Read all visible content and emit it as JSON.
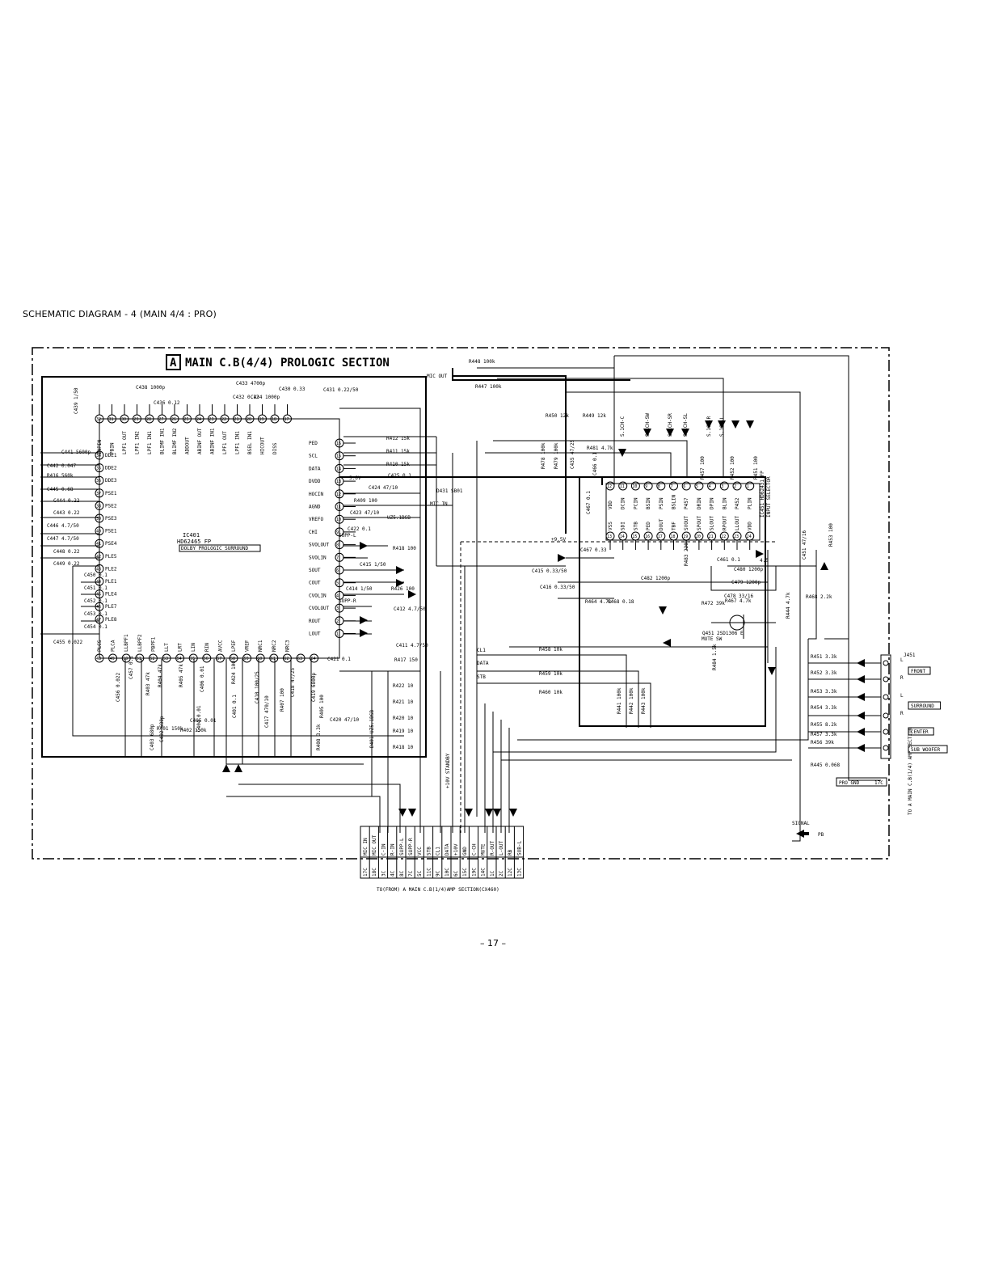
{
  "heading": "SCHEMATIC  DIAGRAM - 4  (MAIN 4/4 : PRO)",
  "page_number": "– 17 –",
  "section": {
    "badge": "A",
    "title": "MAIN C.B(4/4) PROLOGIC SECTION"
  },
  "ic401": {
    "ref": "IC401",
    "part": "HD62465 FP",
    "desc": "DOLBY PROLOGIC SURROUND"
  },
  "ic451": {
    "ref": "IC451 HD62431 FP",
    "desc": "INPUT SELECTOR"
  },
  "ic401_top_pins": [
    {
      "num": "32",
      "name": "INPIN"
    },
    {
      "num": "31",
      "name": "PBIN"
    },
    {
      "num": "30",
      "name": "LPF1 OUT"
    },
    {
      "num": "29",
      "name": "LPF1 IN2"
    },
    {
      "num": "28",
      "name": "LPF1 IN1"
    },
    {
      "num": "27",
      "name": "BLIMF IN1"
    },
    {
      "num": "26",
      "name": "BLIMF IN2"
    },
    {
      "num": "25",
      "name": "ADDOUT"
    },
    {
      "num": "24",
      "name": "ABINF OUT"
    },
    {
      "num": "23",
      "name": "ABINF IN1"
    },
    {
      "num": "22",
      "name": "LPF1 OUT"
    },
    {
      "num": "21",
      "name": "LPF1 IN1"
    },
    {
      "num": "20",
      "name": "BSEL IN1"
    },
    {
      "num": "19",
      "name": "HICOUT"
    },
    {
      "num": "18",
      "name": "DISS"
    },
    {
      "num": "17",
      "name": ""
    }
  ],
  "ic401_left_pins": [
    {
      "num": "34",
      "name": "DDE1"
    },
    {
      "num": "35",
      "name": "DDE2"
    },
    {
      "num": "36",
      "name": "DDE3"
    },
    {
      "num": "37",
      "name": "PSE1"
    },
    {
      "num": "38",
      "name": "PSE2"
    },
    {
      "num": "39",
      "name": "PSE3"
    },
    {
      "num": "40",
      "name": "PSE1"
    },
    {
      "num": "41",
      "name": "PSE4"
    },
    {
      "num": "42",
      "name": "PLE5"
    },
    {
      "num": "43",
      "name": "PLE2"
    },
    {
      "num": "44",
      "name": "PLE1"
    },
    {
      "num": "45",
      "name": "PLE4"
    },
    {
      "num": "46",
      "name": "PLE7"
    },
    {
      "num": "47",
      "name": "PLE8"
    }
  ],
  "ic401_right_pins": [
    {
      "num": "16",
      "name": "PED"
    },
    {
      "num": "15",
      "name": "SCL"
    },
    {
      "num": "14",
      "name": "DATA"
    },
    {
      "num": "13",
      "name": "DVDD"
    },
    {
      "num": "12",
      "name": "HOCIN"
    },
    {
      "num": "11",
      "name": "AGND"
    },
    {
      "num": "10",
      "name": "VREFO"
    },
    {
      "num": "9",
      "name": "CHI"
    },
    {
      "num": "8",
      "name": "SVOLOUT"
    },
    {
      "num": "7",
      "name": "SVOLIN"
    },
    {
      "num": "6",
      "name": "SOUT"
    },
    {
      "num": "5",
      "name": "COUT"
    },
    {
      "num": "4",
      "name": "CVOLIN"
    },
    {
      "num": "3",
      "name": "CVOLOUT"
    },
    {
      "num": "2",
      "name": "ROUT"
    },
    {
      "num": "1",
      "name": "LOUT"
    }
  ],
  "ic401_bottom_pins": [
    {
      "num": "48",
      "name": "PLCS"
    },
    {
      "num": "49",
      "name": "PLCA"
    },
    {
      "num": "50",
      "name": "LLBPF1"
    },
    {
      "num": "51",
      "name": "LLBPF2"
    },
    {
      "num": "52",
      "name": "PBPF1"
    },
    {
      "num": "53",
      "name": "LLT"
    },
    {
      "num": "54",
      "name": "LRT"
    },
    {
      "num": "55",
      "name": "LIN"
    },
    {
      "num": "56",
      "name": "RIN"
    },
    {
      "num": "57",
      "name": "AVCC"
    },
    {
      "num": "58",
      "name": "LPEF"
    },
    {
      "num": "59",
      "name": "VREF"
    },
    {
      "num": "60",
      "name": "NRC1"
    },
    {
      "num": "61",
      "name": "NRC2"
    },
    {
      "num": "62",
      "name": "NRC3"
    },
    {
      "num": "63",
      "name": ""
    },
    {
      "num": "64",
      "name": ""
    }
  ],
  "ic451_top_pins": [
    {
      "num": "12",
      "name": "VDD"
    },
    {
      "num": "11",
      "name": "DCIN"
    },
    {
      "num": "10",
      "name": "PCIN"
    },
    {
      "num": "9",
      "name": "BSIN"
    },
    {
      "num": "8",
      "name": "PSIN"
    },
    {
      "num": "7",
      "name": "BSLIN"
    },
    {
      "num": "6",
      "name": "P457"
    },
    {
      "num": "5",
      "name": "DRIN"
    },
    {
      "num": "4",
      "name": "DPIN"
    },
    {
      "num": "3",
      "name": "BLIN"
    },
    {
      "num": "2",
      "name": "P452"
    },
    {
      "num": "1",
      "name": "PLIN"
    }
  ],
  "ic451_bottom_pins": [
    {
      "num": "13",
      "name": "VSS"
    },
    {
      "num": "14",
      "name": "SDI"
    },
    {
      "num": "15",
      "name": "STB"
    },
    {
      "num": "16",
      "name": "PED"
    },
    {
      "num": "17",
      "name": "DOUT"
    },
    {
      "num": "18",
      "name": "TBF"
    },
    {
      "num": "19",
      "name": "SVOUT"
    },
    {
      "num": "20",
      "name": "SPOUT"
    },
    {
      "num": "21",
      "name": "SLOUT"
    },
    {
      "num": "22",
      "name": "RPOUT"
    },
    {
      "num": "23",
      "name": "LLOUT"
    },
    {
      "num": "24",
      "name": "VDD"
    }
  ],
  "input_labels": [
    "S.1CH-C",
    "S.1CH-SW",
    "S.1CH-SR",
    "S.1CH-SL",
    "S.1CH-R",
    "S.1CH-L"
  ],
  "left_caps": [
    "C441 5600p",
    "C442 0.047",
    "R416 560k",
    "C445 0.68",
    "C444 0.22",
    "C443 0.22",
    "C446 4.7/50",
    "C447 4.7/50",
    "C448 0.22",
    "C449 0.22",
    "C450 0.1",
    "C451 0.1",
    "C452 0.1",
    "C453 0.1",
    "C454 0.1",
    "C455 0.022"
  ],
  "top_caps": [
    "C438 1000p",
    "C439 1/50",
    "C436 0.12",
    "C433 4700p",
    "C432 0.12",
    "C434 1000p",
    "C430 0.33",
    "C431 0.22/50"
  ],
  "mid_labels": [
    "R412 15k",
    "R411 15k",
    "R410 15k",
    "C425 0.1",
    "C424 47/10",
    "R409 100",
    "C423 47/10",
    "C422 0.1",
    "R418 100",
    "C415 1/50",
    "C414 1/50",
    "R426 100",
    "C412 4.7/50",
    "C411 4.7/50",
    "R417 150",
    "C421 0.1",
    "R422 10",
    "R421 10",
    "R420 10",
    "R419 10",
    "R418 10",
    "D401 UZ5.1BSB",
    "SUPP-L",
    "SUPP-R",
    "5.6V",
    "UZ5.1BSB",
    "D431 SB01"
  ],
  "bottom_labels": [
    "C456 0.022",
    "C457 0.1",
    "R403 47k",
    "R404 47k",
    "R405 47k",
    "C406 0.01",
    "C405 0.01",
    "R424 100",
    "C401 0.1",
    "C410 100/25",
    "C404 0.01",
    "R401 150k",
    "R402 150k",
    "C403 680p",
    "C402 680p",
    "C417 470/10",
    "R407 100",
    "C418 47/25",
    "C419 6800p",
    "R405 100",
    "C420 47/10",
    "R408 3.3k"
  ],
  "top_right_labels": [
    "R448 100k",
    "R447 100k",
    "MIC OUT",
    "R450 12k",
    "R449 12k",
    "R478 100k",
    "R479 100k",
    "C435 47/25",
    "R481 4.7k",
    "C466 0.1",
    "C467 0.1",
    "R457 100",
    "R452 100",
    "R451 100"
  ],
  "right_mid_labels": [
    "+9.5V",
    "C467 0.33",
    "C415 0.33/50",
    "C416 0.33/50",
    "R464 4.7k",
    "C468 0.18",
    "C482 1200p",
    "R483 220k",
    "C461 0.1",
    "C480 1200p",
    "C479 1200p",
    "C478 33/16",
    "R467 4.7k",
    "R472 39k",
    "Q451 2SD1306 E",
    "MUTE SW",
    "R484 1.5k",
    "R444 4.7k",
    "R468 2.2k",
    "C451 47/16",
    "R453 100",
    "4.5",
    "STB",
    "CL1",
    "DATA",
    "R458 10k",
    "R459 10k",
    "R460 10k",
    "R441 100k",
    "R442 100k",
    "R443 100k",
    "MIC IN"
  ],
  "jack": {
    "ref": "J451",
    "labels": [
      "FRONT",
      "SURROUND",
      "CENTER",
      "SUB WOOFER"
    ],
    "lr": [
      "L",
      "R",
      "L",
      "R"
    ],
    "res": [
      "R451 3.3k",
      "R452 3.3k",
      "R453 3.3k",
      "R454 3.3k",
      "R455 8.2k",
      "R457 3.3k",
      "R456 39k",
      "R445 0.068"
    ]
  },
  "cn_right": {
    "label": "PRO GND",
    "code": "17C",
    "side_text": "TO A MAIN C.B(1/4) AMP SECTION"
  },
  "signal_legend": {
    "title": "SIGNAL",
    "arrow": "PB"
  },
  "bottom_connector": {
    "pins": [
      {
        "name": "MIC IN",
        "num": "17C"
      },
      {
        "name": "MIC OUT",
        "num": "18C"
      },
      {
        "name": "C-IN",
        "num": "3C"
      },
      {
        "name": "R-IN",
        "num": "4C"
      },
      {
        "name": "SUPP-L",
        "num": "8C"
      },
      {
        "name": "SUPP-R",
        "num": "7C"
      },
      {
        "name": "VCC",
        "num": "5C"
      },
      {
        "name": "STB",
        "num": "11C"
      },
      {
        "name": "CL1",
        "num": "9C"
      },
      {
        "name": "DATA",
        "num": "10C"
      },
      {
        "name": "+10V",
        "num": "6C"
      },
      {
        "name": "GND",
        "num": "15C"
      },
      {
        "name": "C-CH",
        "num": "19C"
      },
      {
        "name": "MUTE",
        "num": "14C"
      },
      {
        "name": "R-OUT",
        "num": "1C"
      },
      {
        "name": "L-OUT",
        "num": "2C"
      },
      {
        "name": "RB",
        "num": "12C"
      },
      {
        "name": "SUB-L",
        "num": "13C"
      }
    ],
    "caption": "TO(FROM) A MAIN C.B(1/4)AMP SECTION(CX460)",
    "side": "+10V STANDBY"
  }
}
